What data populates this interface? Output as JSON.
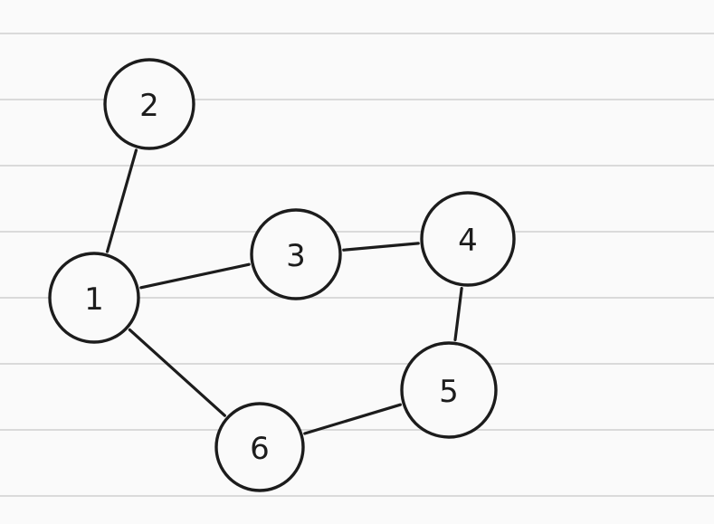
{
  "graph": {
    "nodes": [
      {
        "id": "1",
        "label": "1"
      },
      {
        "id": "2",
        "label": "2"
      },
      {
        "id": "3",
        "label": "3"
      },
      {
        "id": "4",
        "label": "4"
      },
      {
        "id": "5",
        "label": "5"
      },
      {
        "id": "6",
        "label": "6"
      }
    ],
    "edges": [
      {
        "from": "1",
        "to": "2"
      },
      {
        "from": "1",
        "to": "3"
      },
      {
        "from": "3",
        "to": "4"
      },
      {
        "from": "4",
        "to": "5"
      },
      {
        "from": "5",
        "to": "6"
      },
      {
        "from": "6",
        "to": "1"
      }
    ]
  },
  "colors": {
    "ink": "#1c1c1c",
    "paper": "#fafafa",
    "rule": "#cfcfcf"
  }
}
